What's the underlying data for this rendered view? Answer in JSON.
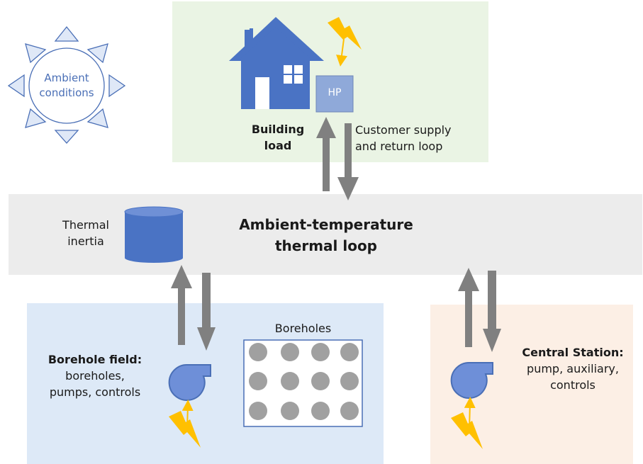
{
  "ambient": {
    "label_line1": "Ambient",
    "label_line2": "conditions"
  },
  "building": {
    "hp_label": "HP",
    "load_line1": "Building",
    "load_line2": "load"
  },
  "customer_loop": {
    "line1": "Customer supply",
    "line2": "and return loop"
  },
  "thermal_loop": {
    "line1": "Ambient-temperature",
    "line2": "thermal loop"
  },
  "thermal_inertia": {
    "line1": "Thermal",
    "line2": "inertia"
  },
  "borehole_field": {
    "title": "Borehole field:",
    "line2": "boreholes,",
    "line3": "pumps, controls",
    "grid_label": "Boreholes"
  },
  "central_station": {
    "title": "Central Station:",
    "line2": "pump, auxiliary,",
    "line3": "controls"
  },
  "colors": {
    "building_bg": "#eaf4e4",
    "loop_bg": "#ececec",
    "borehole_bg": "#dde9f7",
    "central_bg": "#fcefe5",
    "house_blue": "#4a73c4",
    "arrow_gray": "#808080",
    "bolt_yellow": "#ffc000",
    "pump_blue": "#6e8fd8",
    "sun_outline": "#4a6fb6"
  }
}
